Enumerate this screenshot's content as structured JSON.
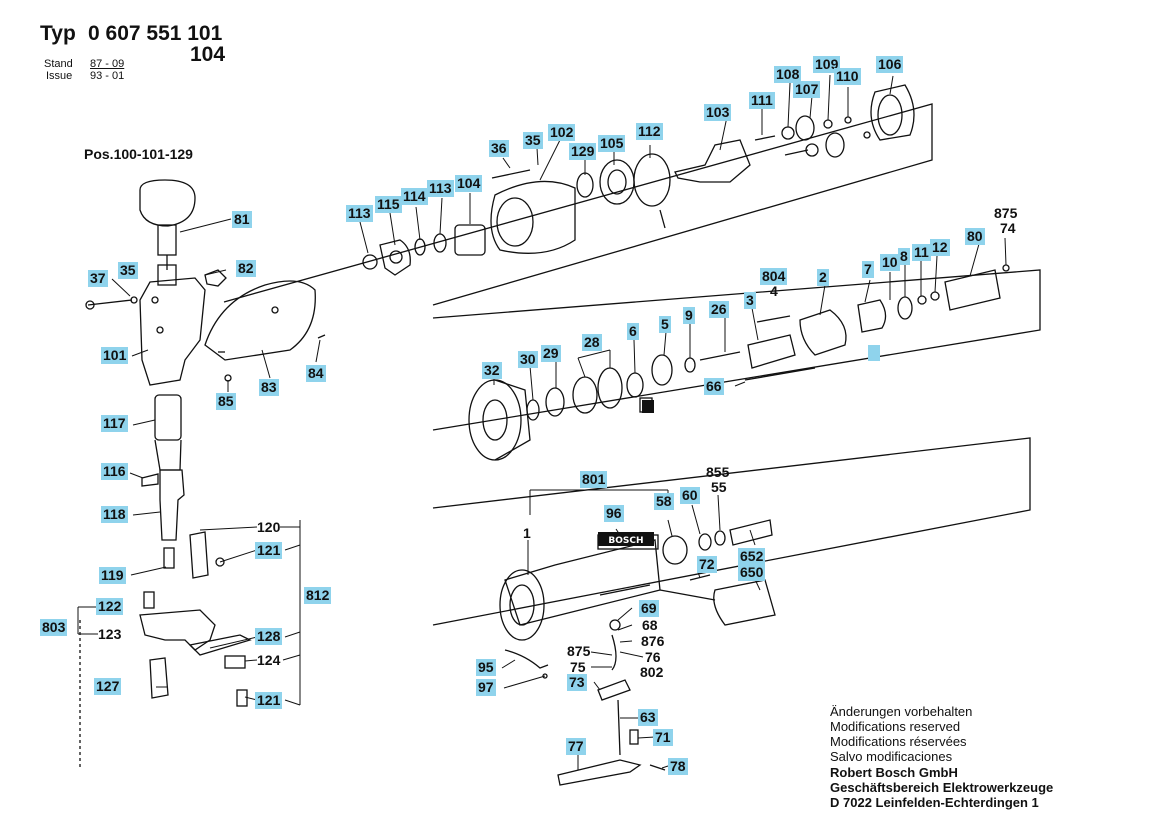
{
  "header": {
    "typ_label": "Typ",
    "typ_number": "0 607 551 101",
    "typ_variant": "104",
    "stand_label": "Stand",
    "stand_value": "87 - 09",
    "issue_label": "Issue",
    "issue_value": "93 - 01"
  },
  "pos_label": "Pos.100-101-129",
  "callouts": [
    {
      "id": "c106",
      "text": "106"
    },
    {
      "id": "c108",
      "text": "108"
    },
    {
      "id": "c109",
      "text": "109"
    },
    {
      "id": "c110",
      "text": "110"
    },
    {
      "id": "c107",
      "text": "107"
    },
    {
      "id": "c111",
      "text": "111"
    },
    {
      "id": "c103",
      "text": "103"
    },
    {
      "id": "c36",
      "text": "36"
    },
    {
      "id": "c35a",
      "text": "35"
    },
    {
      "id": "c102",
      "text": "102"
    },
    {
      "id": "c129",
      "text": "129"
    },
    {
      "id": "c105",
      "text": "105"
    },
    {
      "id": "c112",
      "text": "112"
    },
    {
      "id": "c113a",
      "text": "113"
    },
    {
      "id": "c115",
      "text": "115"
    },
    {
      "id": "c114",
      "text": "114"
    },
    {
      "id": "c113b",
      "text": "113"
    },
    {
      "id": "c104",
      "text": "104"
    },
    {
      "id": "c81",
      "text": "81"
    },
    {
      "id": "c37",
      "text": "37"
    },
    {
      "id": "c35b",
      "text": "35"
    },
    {
      "id": "c82",
      "text": "82"
    },
    {
      "id": "c101",
      "text": "101"
    },
    {
      "id": "c84",
      "text": "84"
    },
    {
      "id": "c85",
      "text": "85"
    },
    {
      "id": "c83",
      "text": "83"
    },
    {
      "id": "c117",
      "text": "117"
    },
    {
      "id": "c116",
      "text": "116"
    },
    {
      "id": "c118",
      "text": "118"
    },
    {
      "id": "c119",
      "text": "119"
    },
    {
      "id": "c122",
      "text": "122"
    },
    {
      "id": "c803",
      "text": "803"
    },
    {
      "id": "c123",
      "text": "123"
    },
    {
      "id": "c127",
      "text": "127"
    },
    {
      "id": "c121a",
      "text": "121"
    },
    {
      "id": "c812",
      "text": "812"
    },
    {
      "id": "c128",
      "text": "128"
    },
    {
      "id": "c121b",
      "text": "121"
    },
    {
      "id": "c80",
      "text": "80"
    },
    {
      "id": "c7",
      "text": "7"
    },
    {
      "id": "c10",
      "text": "10"
    },
    {
      "id": "c8",
      "text": "8"
    },
    {
      "id": "c11",
      "text": "11"
    },
    {
      "id": "c12",
      "text": "12"
    },
    {
      "id": "c804",
      "text": "804"
    },
    {
      "id": "c2",
      "text": "2"
    },
    {
      "id": "c3",
      "text": "3"
    },
    {
      "id": "c28",
      "text": "28"
    },
    {
      "id": "c26",
      "text": "26"
    },
    {
      "id": "c9",
      "text": "9"
    },
    {
      "id": "c5",
      "text": "5"
    },
    {
      "id": "c6",
      "text": "6"
    },
    {
      "id": "c32",
      "text": "32"
    },
    {
      "id": "c30",
      "text": "30"
    },
    {
      "id": "c29",
      "text": "29"
    },
    {
      "id": "c66",
      "text": "66"
    },
    {
      "id": "c801",
      "text": "801"
    },
    {
      "id": "c96",
      "text": "96"
    },
    {
      "id": "c58",
      "text": "58"
    },
    {
      "id": "c60",
      "text": "60"
    },
    {
      "id": "c652",
      "text": "652"
    },
    {
      "id": "c650",
      "text": "650"
    },
    {
      "id": "c72",
      "text": "72"
    },
    {
      "id": "c69",
      "text": "69"
    },
    {
      "id": "c95",
      "text": "95"
    },
    {
      "id": "c97",
      "text": "97"
    },
    {
      "id": "c73",
      "text": "73"
    },
    {
      "id": "c63",
      "text": "63"
    },
    {
      "id": "c71",
      "text": "71"
    },
    {
      "id": "c77",
      "text": "77"
    },
    {
      "id": "c78",
      "text": "78"
    }
  ],
  "plain_labels": [
    {
      "id": "p875a",
      "text": "875"
    },
    {
      "id": "p74",
      "text": "74"
    },
    {
      "id": "p4",
      "text": "4"
    },
    {
      "id": "p855",
      "text": "855"
    },
    {
      "id": "p55",
      "text": "55"
    },
    {
      "id": "p1",
      "text": "1"
    },
    {
      "id": "p68",
      "text": "68"
    },
    {
      "id": "p876",
      "text": "876"
    },
    {
      "id": "p875b",
      "text": "875"
    },
    {
      "id": "p76",
      "text": "76"
    },
    {
      "id": "p75",
      "text": "75"
    },
    {
      "id": "p802",
      "text": "802"
    },
    {
      "id": "p120",
      "text": "120"
    },
    {
      "id": "p124",
      "text": "124"
    }
  ],
  "brand_plate": "BOSCH",
  "notes": [
    {
      "text": "Änderungen vorbehalten",
      "bold": false
    },
    {
      "text": "Modifications reserved",
      "bold": false
    },
    {
      "text": "Modifications réservées",
      "bold": false
    },
    {
      "text": "Salvo modificaciones",
      "bold": false
    },
    {
      "text": "Robert Bosch GmbH",
      "bold": true
    },
    {
      "text": "Geschäftsbereich Elektrowerkzeuge",
      "bold": true
    },
    {
      "text": "D 7022 Leinfelden-Echterdingen 1",
      "bold": true
    }
  ],
  "colors": {
    "callout_bg": "#8fd3ec",
    "ink": "#111111"
  }
}
